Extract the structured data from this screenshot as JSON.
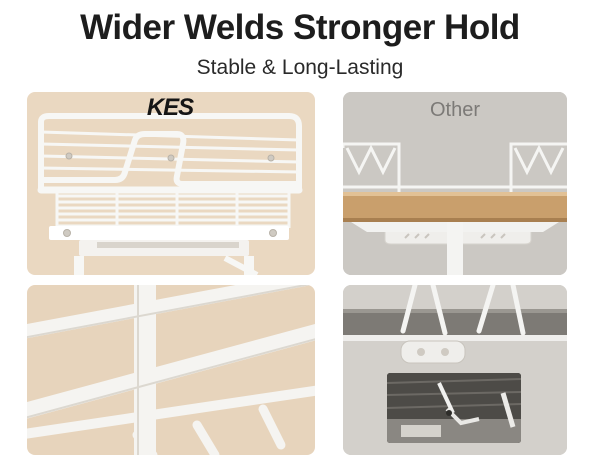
{
  "headline": "Wider Welds Stronger Hold",
  "subline": "Stable & Long-Lasting",
  "kes_panel": {
    "brand_label": "KES"
  },
  "other_panel": {
    "label": "Other"
  },
  "colors": {
    "kes_background": "#ead8c1",
    "other_background": "#c9c6c1",
    "rack_white": "#f7f7f5",
    "wood": "#c99f6c"
  }
}
